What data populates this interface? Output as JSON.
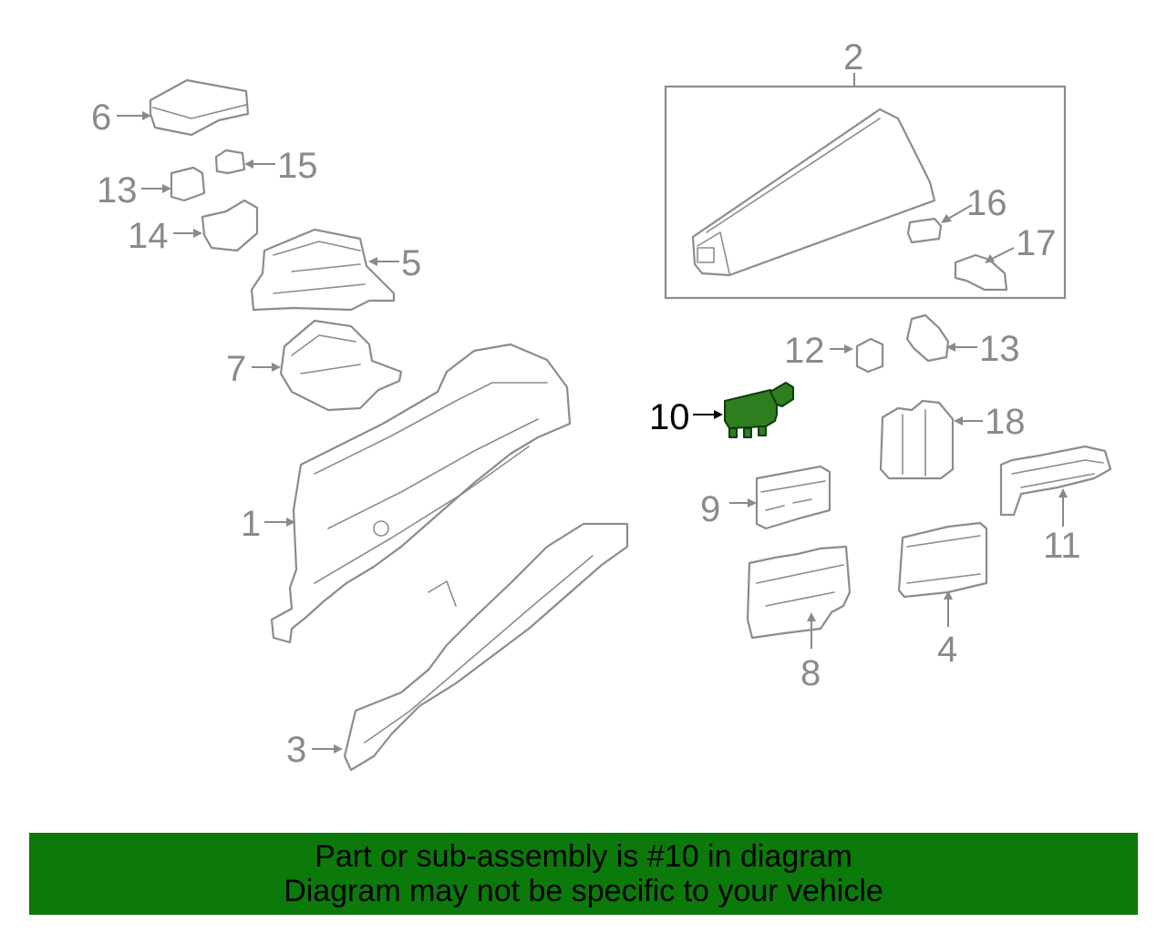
{
  "diagram": {
    "callouts": [
      {
        "id": "1",
        "label": "1"
      },
      {
        "id": "2",
        "label": "2"
      },
      {
        "id": "3",
        "label": "3"
      },
      {
        "id": "4",
        "label": "4"
      },
      {
        "id": "5",
        "label": "5"
      },
      {
        "id": "6",
        "label": "6"
      },
      {
        "id": "7",
        "label": "7"
      },
      {
        "id": "8",
        "label": "8"
      },
      {
        "id": "9",
        "label": "9"
      },
      {
        "id": "10",
        "label": "10",
        "highlighted": true
      },
      {
        "id": "11",
        "label": "11"
      },
      {
        "id": "12",
        "label": "12"
      },
      {
        "id": "13a",
        "label": "13"
      },
      {
        "id": "13b",
        "label": "13"
      },
      {
        "id": "14",
        "label": "14"
      },
      {
        "id": "15",
        "label": "15"
      },
      {
        "id": "16",
        "label": "16"
      },
      {
        "id": "17",
        "label": "17"
      },
      {
        "id": "18",
        "label": "18"
      }
    ],
    "colors": {
      "line_art": "#8c8c8c",
      "highlight_fill": "#2e7d1f",
      "banner_background": "#0b7a0b",
      "banner_text": "#000000"
    }
  },
  "banner": {
    "line1": "Part or sub-assembly is #10 in diagram",
    "line2": "Diagram may not be specific to your vehicle"
  }
}
